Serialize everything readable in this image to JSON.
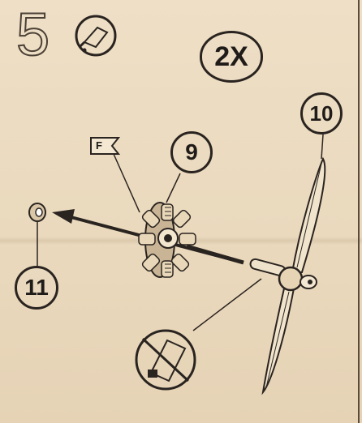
{
  "step": {
    "number": "5"
  },
  "quantity": {
    "label": "2X"
  },
  "parts": {
    "engine": "9",
    "propeller": "10",
    "spinner_cap": "11"
  },
  "flag": {
    "label": "F"
  },
  "icons": {
    "glue": "glue-tube-icon",
    "no_glue": "no-glue-icon"
  },
  "colors": {
    "paper": "#ecdcc2",
    "ink": "#2a2420"
  }
}
